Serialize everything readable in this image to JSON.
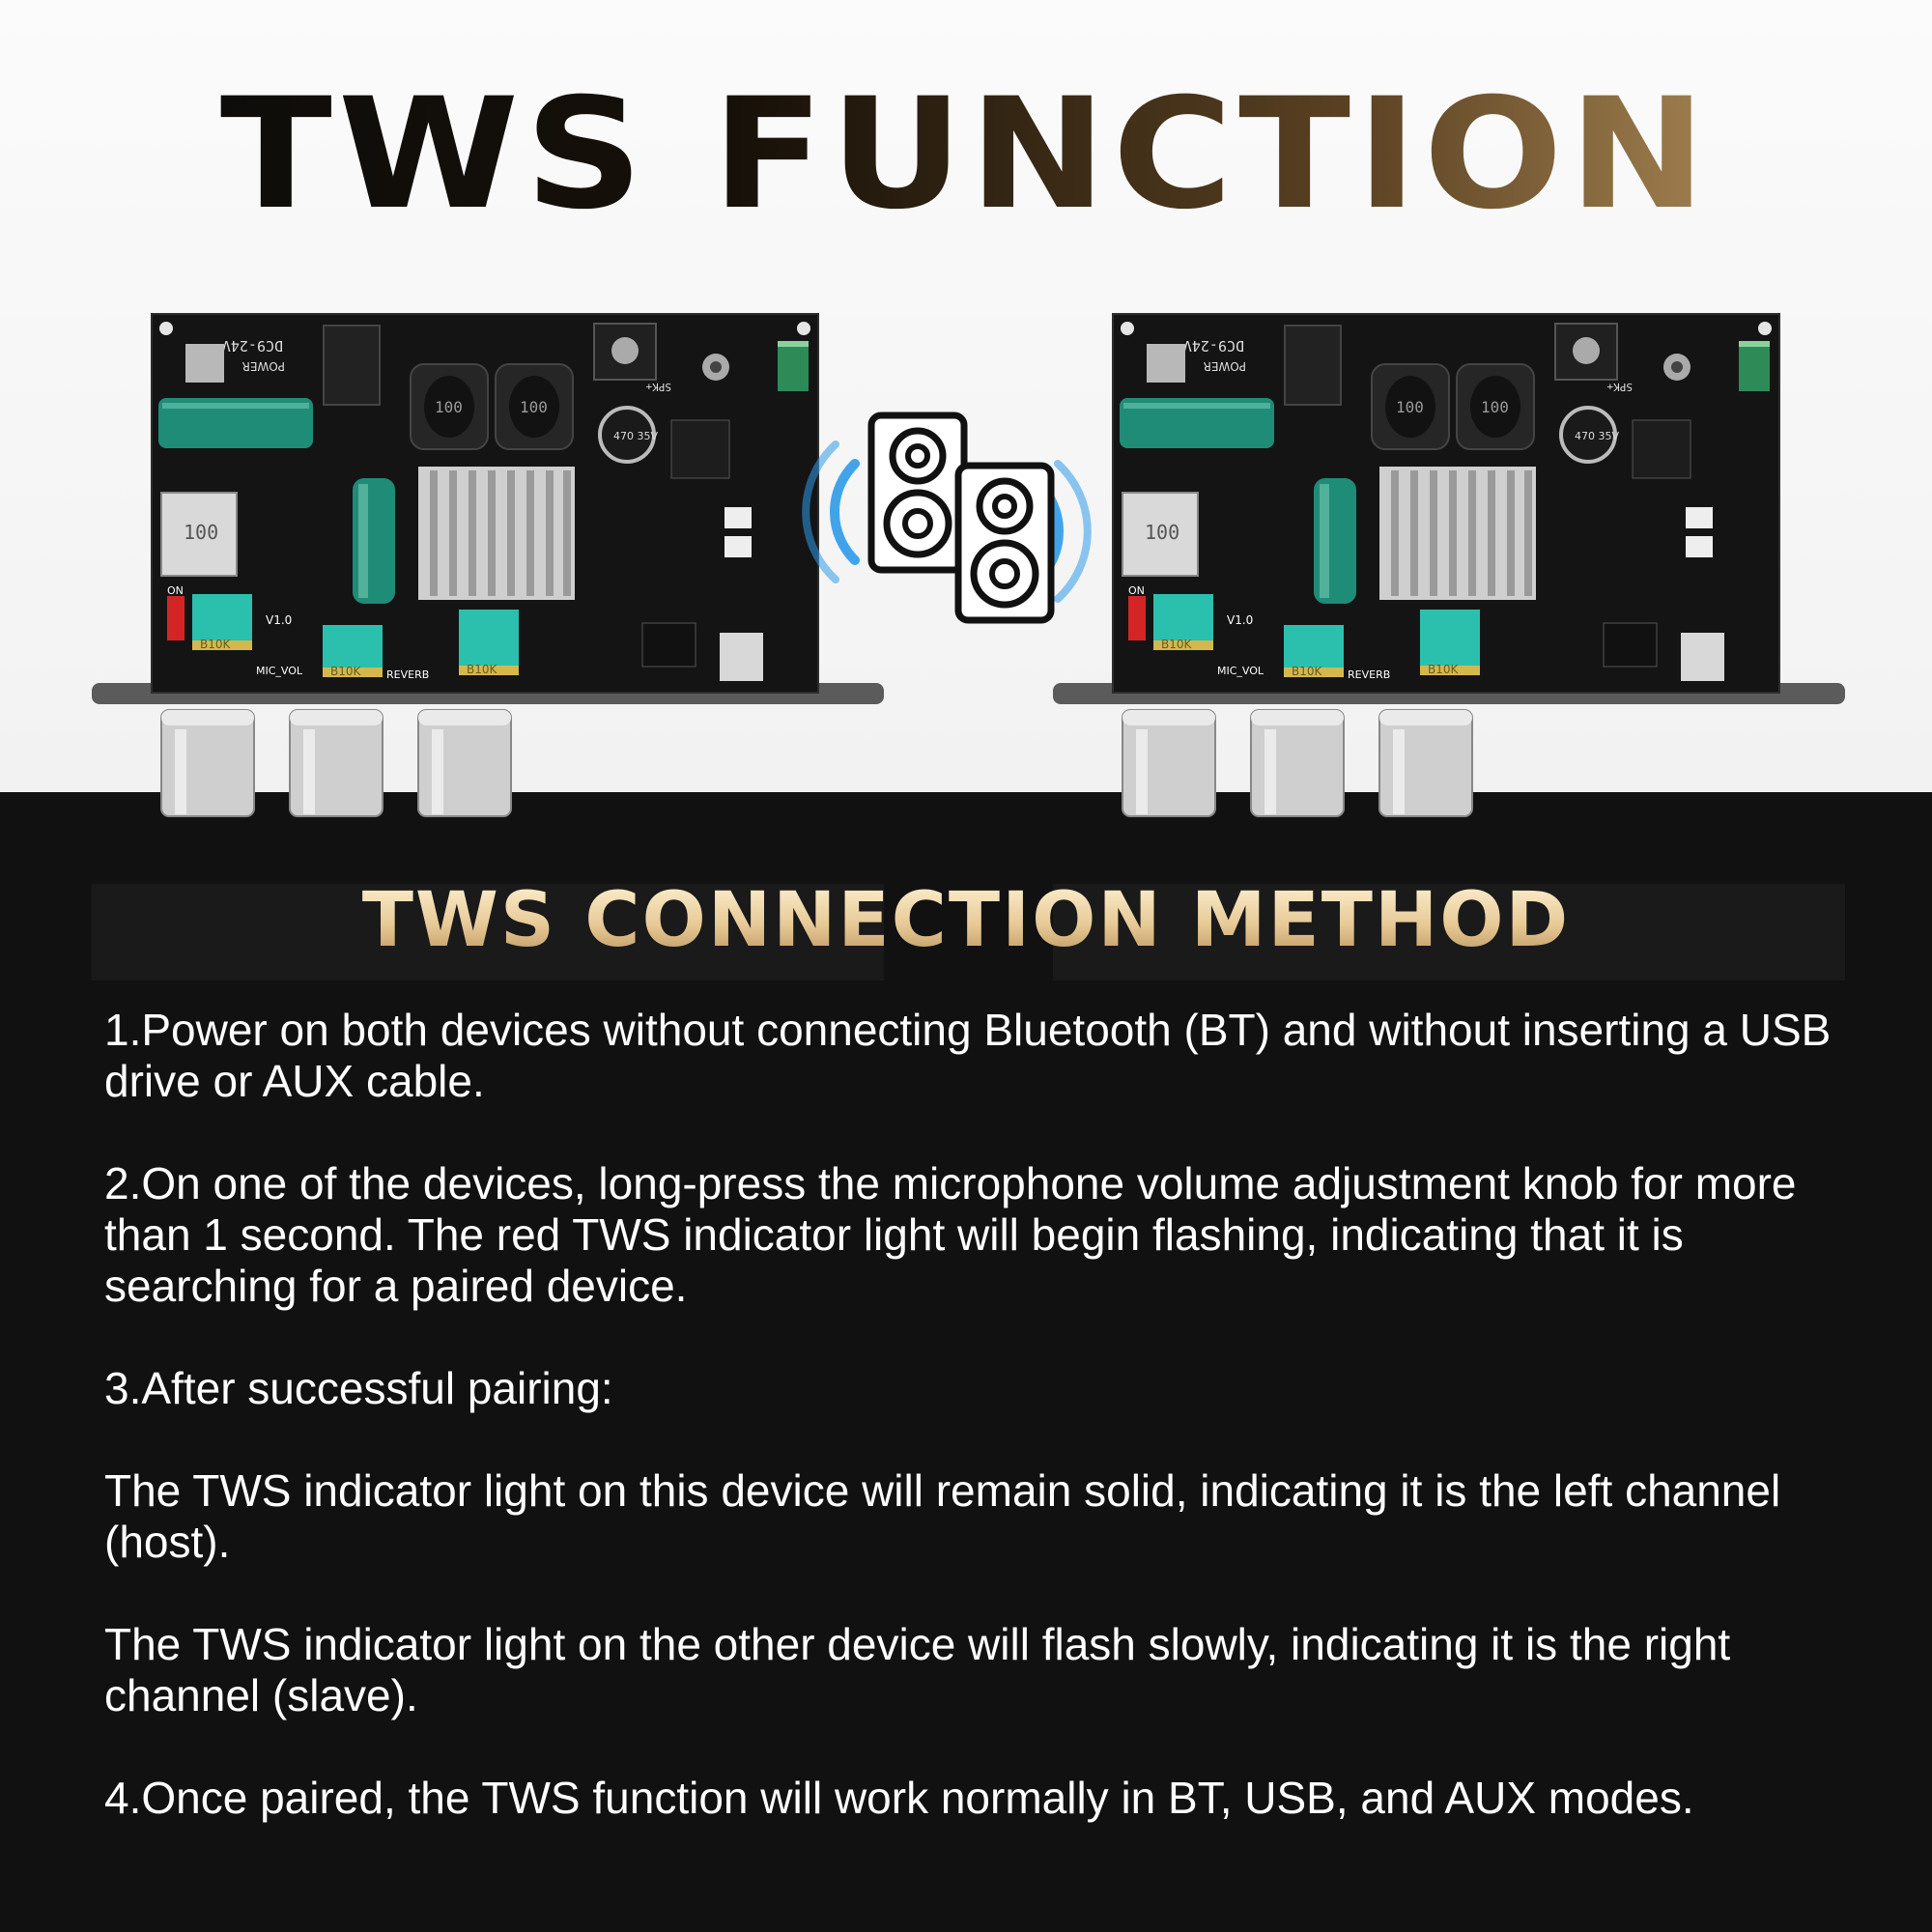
{
  "header": {
    "title": "TWS FUNCTION"
  },
  "boards": {
    "silk_voltage": "DC9-24V",
    "silk_power": "POWER",
    "silk_version": "V1.0",
    "silk_on": "ON",
    "silk_spk": "SPK+",
    "silk_mic": "MIC_VOL",
    "silk_reverb": "REVERB",
    "pot_label": "B10K",
    "inductor_label": "100",
    "cap_label": "470 35V"
  },
  "section": {
    "title": "TWS CONNECTION METHOD"
  },
  "instructions": {
    "step1": "1.Power on both devices without connecting Bluetooth (BT) and without inserting a USB drive or AUX cable.",
    "step2": "2.On one of the devices, long-press the microphone volume adjustment knob for more than 1 second. The red TWS indicator light will begin flashing, indicating that it is searching for a paired device.",
    "step3": "3.After successful pairing:",
    "step3a": "The TWS indicator light on this device will remain solid, indicating it is the left channel (host).",
    "step3b": "The TWS indicator light on the other device will flash slowly, indicating it is the right channel (slave).",
    "step4": "4.Once paired, the TWS function will work normally in BT, USB, and AUX modes."
  },
  "colors": {
    "pcb": "#141414",
    "capacitor": "#1f8c77",
    "potentiometer": "#2bbfae",
    "accent_gold": "#c9a46a",
    "signal_blue": "#2e9bea"
  }
}
